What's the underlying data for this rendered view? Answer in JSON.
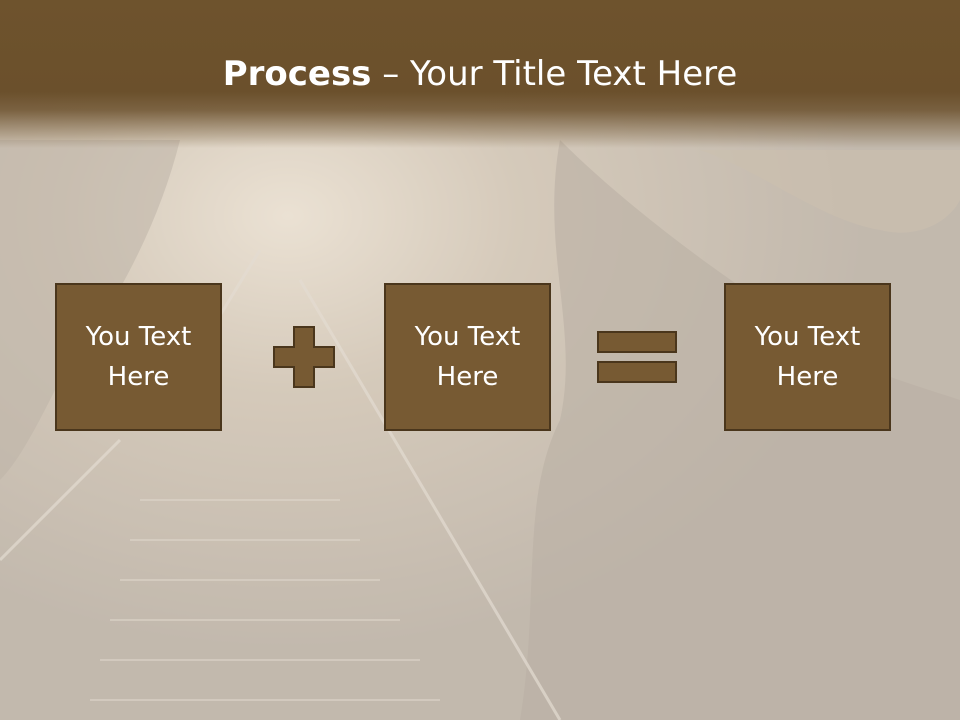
{
  "slide": {
    "title_bold": "Process",
    "title_rest": " – Your Title Text Here",
    "boxes": [
      {
        "line1": "You Text",
        "line2": "Here"
      },
      {
        "line1": "You Text",
        "line2": "Here"
      },
      {
        "line1": "You Text",
        "line2": "Here"
      }
    ]
  },
  "colors": {
    "header": "#6e532d",
    "box_fill": "#775a33",
    "box_border": "#4a361c",
    "text": "#ffffff"
  },
  "icons": {
    "operator_1": "plus-icon",
    "operator_2": "equals-icon"
  }
}
